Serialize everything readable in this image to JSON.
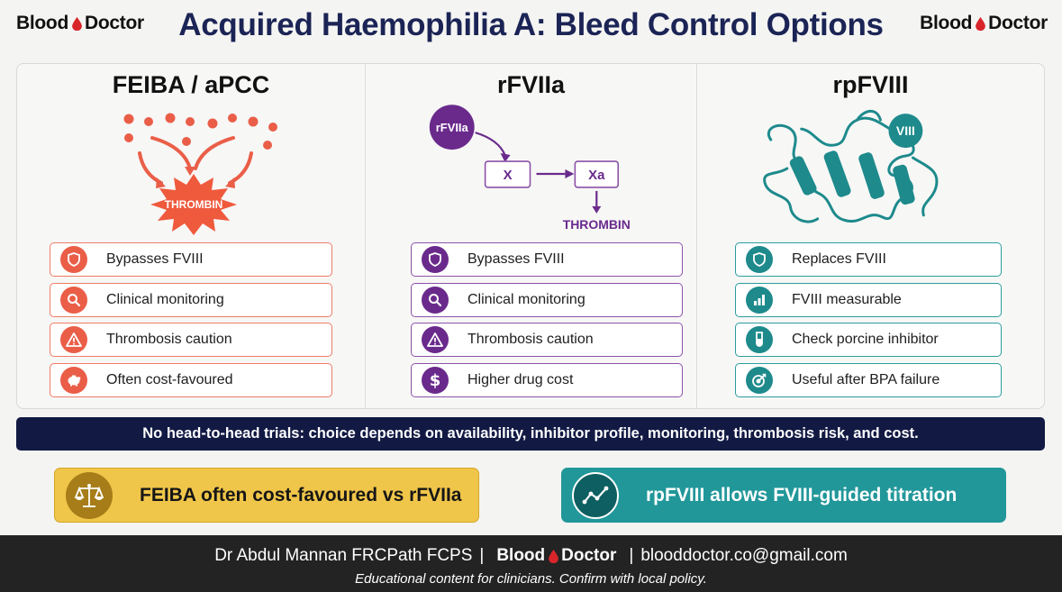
{
  "logo": {
    "word1": "Blood",
    "word2": "Doctor",
    "drop_color": "#d8252a"
  },
  "title": "Acquired Haemophilia A: Bleed Control Options",
  "columns": [
    {
      "title": "FEIBA / aPCC",
      "illustration": {
        "label": "THROMBIN"
      },
      "items": [
        {
          "label": "Bypasses FVIII",
          "icon": "shield-icon"
        },
        {
          "label": "Clinical monitoring",
          "icon": "magnifier-icon"
        },
        {
          "label": "Thrombosis caution",
          "icon": "warning-icon"
        },
        {
          "label": "Often cost-favoured",
          "icon": "piggy-bank-icon"
        }
      ]
    },
    {
      "title": "rFVIIa",
      "illustration": {
        "start": "rFVIIa",
        "box1": "X",
        "box2": "Xa",
        "end": "THROMBIN"
      },
      "items": [
        {
          "label": "Bypasses FVIII",
          "icon": "shield-icon"
        },
        {
          "label": "Clinical monitoring",
          "icon": "magnifier-icon"
        },
        {
          "label": "Thrombosis caution",
          "icon": "warning-icon"
        },
        {
          "label": "Higher drug cost",
          "icon": "dollar-icon"
        }
      ]
    },
    {
      "title": "rpFVIII",
      "illustration": {
        "badge": "VIII"
      },
      "items": [
        {
          "label": "Replaces FVIII",
          "icon": "shield-icon"
        },
        {
          "label": "FVIII measurable",
          "icon": "bar-chart-icon"
        },
        {
          "label": "Check porcine inhibitor",
          "icon": "test-tube-icon"
        },
        {
          "label": "Useful after BPA failure",
          "icon": "target-icon"
        }
      ]
    }
  ],
  "banner": "No head-to-head trials: choice depends on availability, inhibitor profile, monitoring, thrombosis risk, and cost.",
  "cta": [
    {
      "label": "FEIBA often cost-favoured vs rFVIIa",
      "icon": "scales-icon"
    },
    {
      "label": "rpFVIII allows FVIII-guided titration",
      "icon": "trend-line-icon"
    }
  ],
  "footer": {
    "author": "Dr Abdul Mannan FRCPath FCPS",
    "sep": "|",
    "email": "blooddoctor.co@gmail.com",
    "disclaimer": "Educational content for clinicians. Confirm with local policy."
  },
  "colors": {
    "navy": "#1b2455",
    "coral": "#ea5e48",
    "purple": "#6a2a8c",
    "teal": "#1e8a8c",
    "gold": "#f0c64a"
  }
}
